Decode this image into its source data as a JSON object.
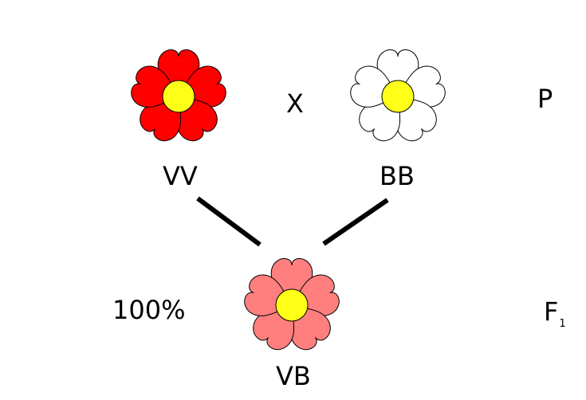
{
  "cross_symbol": "X",
  "generations": {
    "parental": "P",
    "filial_letter": "F",
    "filial_index": "1"
  },
  "parents": [
    {
      "genotype": "VV",
      "flower_color": "#ff0000"
    },
    {
      "genotype": "BB",
      "flower_color": "#ffffff"
    }
  ],
  "offspring": {
    "genotype": "VB",
    "flower_color": "#ff7f7f",
    "percentage": "100%"
  },
  "colors": {
    "flower_center": "#ffff18",
    "outline": "#000000",
    "connector": "#000000"
  }
}
